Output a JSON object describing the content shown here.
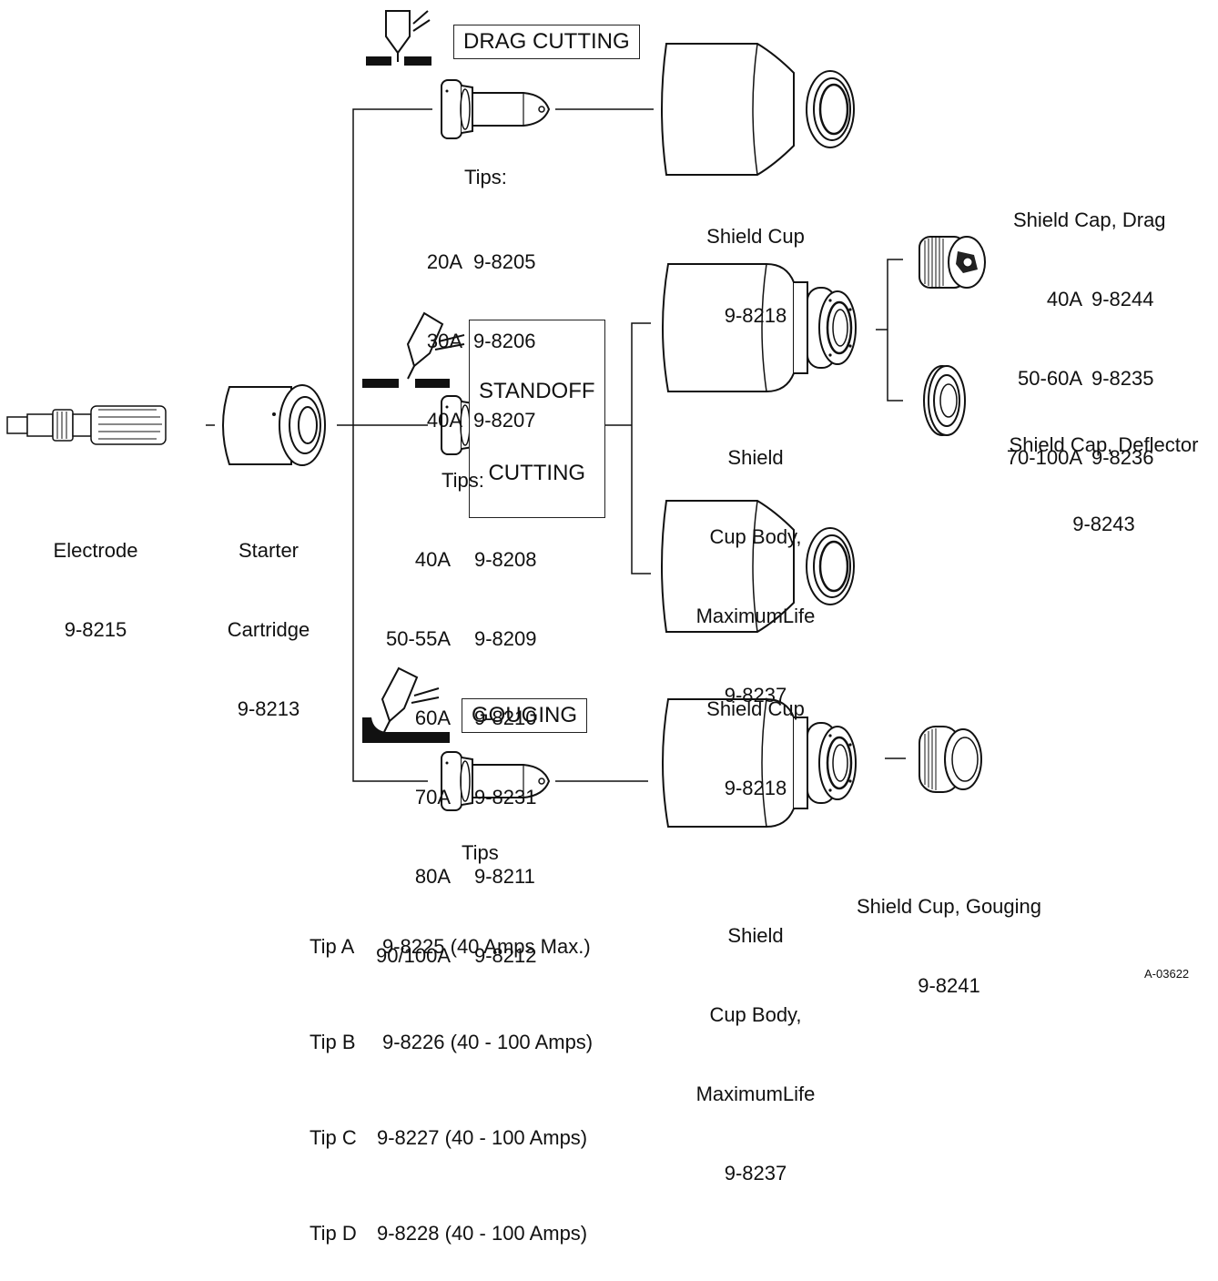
{
  "sections": {
    "drag": "DRAG CUTTING",
    "standoff_1": "STANDOFF",
    "standoff_2": "CUTTING",
    "gouging": "GOUGING"
  },
  "electrode": {
    "name": "Electrode",
    "part": "9-8215"
  },
  "starter": {
    "line1": "Starter",
    "line2": "Cartridge",
    "part": "9-8213"
  },
  "drag_tips": {
    "heading": "Tips:",
    "rows": [
      {
        "amps": "20A",
        "part": "9-8205"
      },
      {
        "amps": "30A",
        "part": "9-8206"
      },
      {
        "amps": "40A",
        "part": "9-8207"
      }
    ]
  },
  "standoff_tips": {
    "heading": "Tips:",
    "rows": [
      {
        "amps": "40A",
        "part": "9-8208"
      },
      {
        "amps": "50-55A",
        "part": "9-8209"
      },
      {
        "amps": "60A",
        "part": "9-8210"
      },
      {
        "amps": "70A",
        "part": "9-8231"
      },
      {
        "amps": "80A",
        "part": "9-8211"
      },
      {
        "amps": "90/100A",
        "part": "9-8212"
      }
    ]
  },
  "gouging_tips": {
    "heading": "Tips",
    "rows": [
      {
        "name": "Tip A",
        "desc": "9-8225 (40 Amps Max.)"
      },
      {
        "name": "Tip B",
        "desc": "9-8226 (40 - 100 Amps)"
      },
      {
        "name": "Tip C",
        "desc": "9-8227 (40 - 100 Amps)"
      },
      {
        "name": "Tip D",
        "desc": "9-8228 (40 - 100 Amps)"
      }
    ]
  },
  "shield_cup_top": {
    "name": "Shield Cup",
    "part": "9-8218"
  },
  "shield_cup_mid": {
    "name": "Shield Cup",
    "part": "9-8218"
  },
  "cup_body_mid": {
    "line1": "Shield",
    "line2": "Cup Body,",
    "line3": "MaximumLife",
    "part": "9-8237"
  },
  "cup_body_bottom": {
    "line1": "Shield",
    "line2": "Cup Body,",
    "line3": "MaximumLife",
    "part": "9-8237"
  },
  "shield_cap_drag": {
    "name": "Shield Cap, Drag",
    "rows": [
      {
        "amps": "40A",
        "part": "9-8244"
      },
      {
        "amps": "50-60A",
        "part": "9-8235"
      },
      {
        "amps": "70-100A",
        "part": "9-8236"
      }
    ]
  },
  "shield_cap_deflector": {
    "name": "Shield Cap, Deflector",
    "part": "9-8243"
  },
  "shield_cup_gouging": {
    "name": "Shield Cup, Gouging",
    "part": "9-8241"
  },
  "figure_id": "A-03622"
}
